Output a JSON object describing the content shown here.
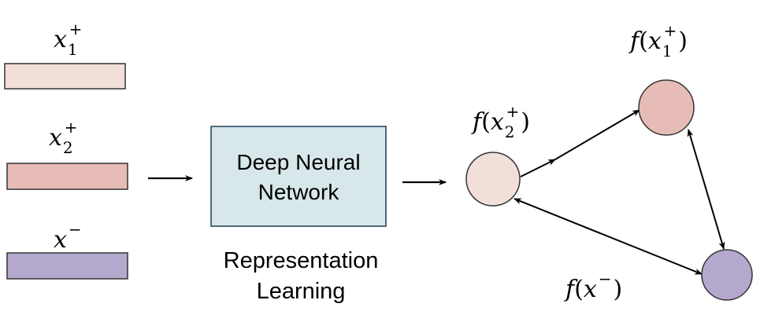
{
  "inputs": [
    {
      "var": "x",
      "sub": "1",
      "sup": "+",
      "color": "#f2dfd9"
    },
    {
      "var": "x",
      "sub": "2",
      "sup": "+",
      "color": "#e8bcb6"
    },
    {
      "var": "x",
      "sub": "",
      "sup": "−",
      "color": "#b4a8cd"
    }
  ],
  "network": {
    "line1": "Deep Neural",
    "line2": "Network",
    "fill": "#d8e8ea",
    "caption_line1": "Representation",
    "caption_line2": "Learning"
  },
  "embeddings": {
    "x1_plus": {
      "func": "f",
      "var": "x",
      "sub": "1",
      "sup": "+",
      "color": "#e8bcb6"
    },
    "x2_plus": {
      "func": "f",
      "var": "x",
      "sub": "2",
      "sup": "+",
      "color": "#f2dfd9"
    },
    "x_minus": {
      "func": "f",
      "var": "x",
      "sub": "",
      "sup": "−",
      "color": "#b4a8cd"
    }
  }
}
